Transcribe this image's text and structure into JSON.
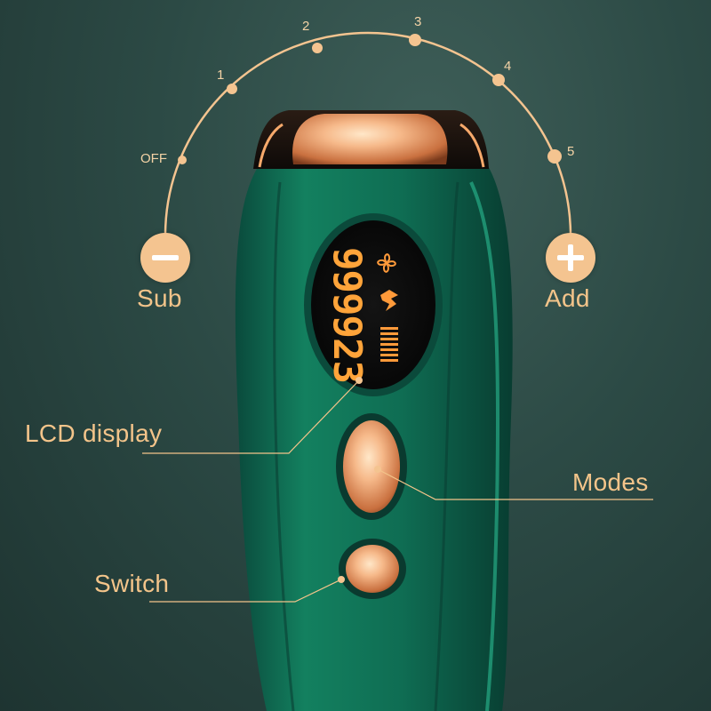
{
  "dial": {
    "levels": [
      "OFF",
      "1",
      "2",
      "3",
      "4",
      "5"
    ]
  },
  "controls": {
    "sub_label": "Sub",
    "add_label": "Add"
  },
  "callouts": {
    "lcd_display": "LCD display",
    "modes": "Modes",
    "switch": "Switch"
  },
  "lcd": {
    "count": "999923"
  },
  "colors": {
    "accent": "#f4c490",
    "label": "#f3c48a",
    "device": "#0f6b55",
    "lcd_digits": "#ffa43a"
  },
  "icons": [
    "minus-icon",
    "plus-icon",
    "fan-icon",
    "flash-icon",
    "signal-bars-icon"
  ]
}
